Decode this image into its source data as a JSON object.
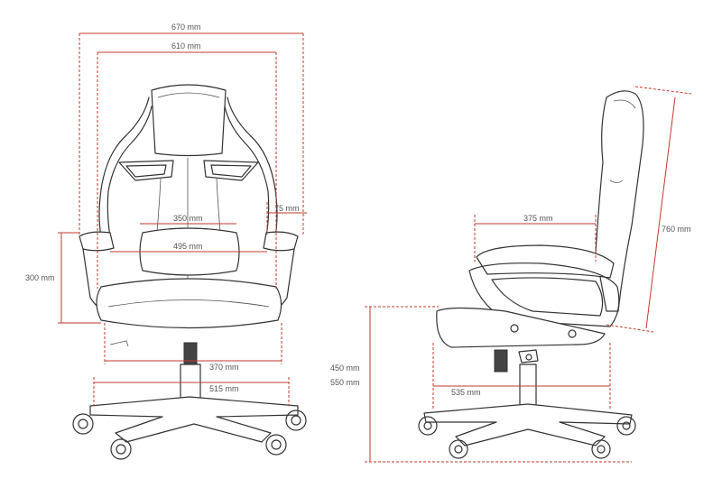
{
  "dimensions": {
    "overall_width": "670 mm",
    "seat_back_width": "610 mm",
    "armrest_width": "75 mm",
    "backrest_lower_width": "350 mm",
    "inner_width": "495 mm",
    "seat_width": "370 mm",
    "base_width": "515 mm",
    "armrest_height": "300 mm",
    "seat_depth": "375 mm",
    "backrest_height": "760 mm",
    "seat_height_min": "450 mm",
    "seat_height_max": "550 mm",
    "base_depth": "535 mm"
  },
  "colors": {
    "dimension_line": "#c0392b",
    "outline": "#333333",
    "text": "#555555"
  }
}
